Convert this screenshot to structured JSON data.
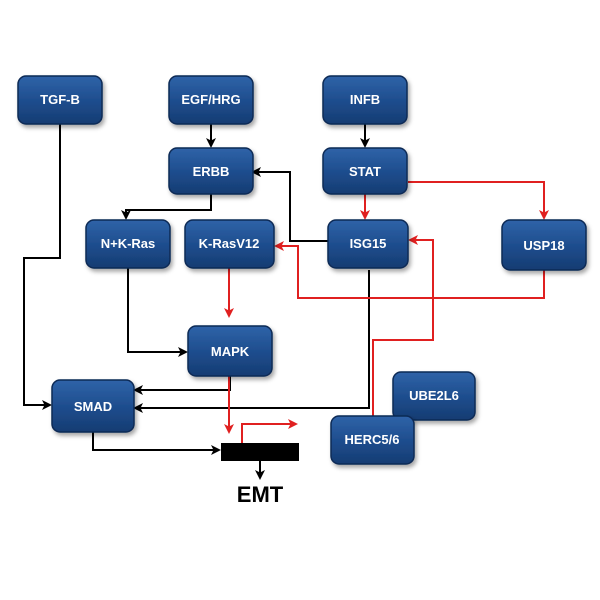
{
  "colors": {
    "node_fill": "#1f4f8f",
    "node_stroke": "#0d2a55",
    "black_arrow": "#000000",
    "red_arrow": "#e02020"
  },
  "nodes": {
    "tgfb": "TGF-B",
    "egfhrg": "EGF/HRG",
    "infb": "INFB",
    "erbb": "ERBB",
    "stat": "STAT",
    "nkras": "N+K-Ras",
    "krasv12": "K-RasV12",
    "isg15": "ISG15",
    "usp18": "USP18",
    "mapk": "MAPK",
    "smad": "SMAD",
    "ube2l6": "UBE2L6",
    "herc56": "HERC5/6"
  },
  "outcome": {
    "label": "EMT"
  }
}
